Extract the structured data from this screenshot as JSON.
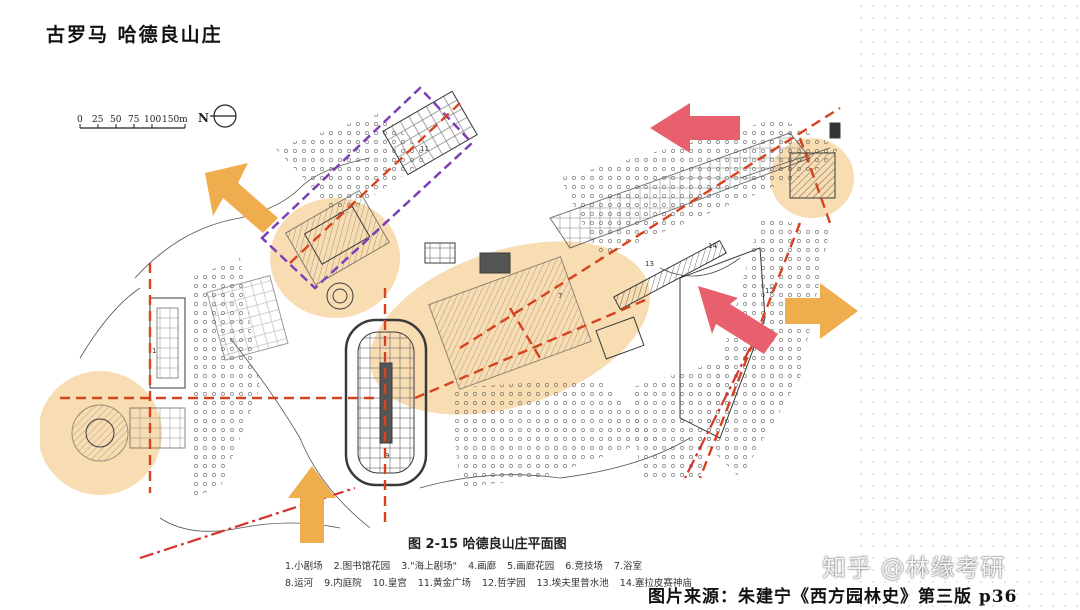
{
  "title": "古罗马 哈德良山庄",
  "scale_bar": {
    "ticks": [
      "0",
      "25",
      "50",
      "75",
      "100",
      "150m"
    ],
    "north": "N"
  },
  "figure_caption": "图 2-15   哈德良山庄平面图",
  "legend_items": [
    "1.小剧场",
    "2.图书馆花园",
    "3.\"海上剧场\"",
    "4.画廊",
    "5.画廊花园",
    "6.竞技场",
    "7.浴室",
    "8.运河",
    "9.内庭院",
    "10.皇宫",
    "11.黄金广场",
    "12.哲学园",
    "13.埃夫里普水池",
    "14.塞拉皮赛神庙"
  ],
  "plan_numbers": [
    "11",
    "1",
    "9",
    "7",
    "13",
    "14",
    "12"
  ],
  "watermark": "知乎 @林缘考研",
  "source": "图片来源：朱建宁《西方园林史》第三版 p36",
  "colors": {
    "highlight_fill": "#f7d7a6",
    "axis_line": "#d7421e",
    "dash_dot_line": "#d3342e",
    "orange_arrow": "#f0ad4e",
    "pink_arrow": "#e8606d",
    "purple_box": "#7c3fb5",
    "plan_ink": "#3a3a3a"
  }
}
